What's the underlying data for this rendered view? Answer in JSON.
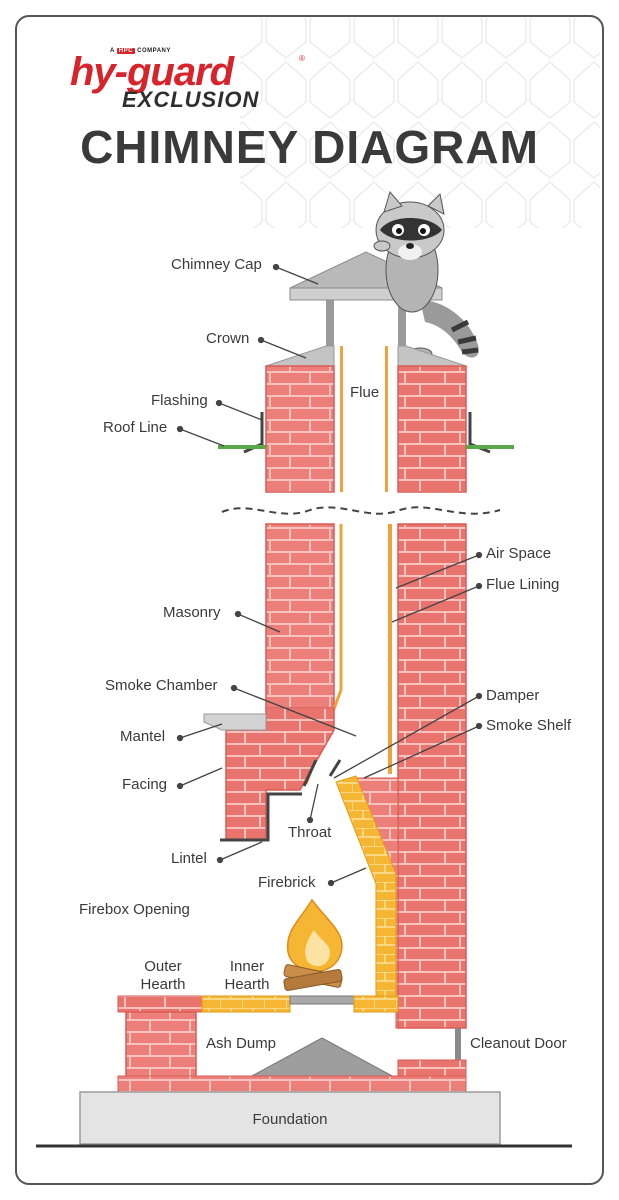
{
  "header": {
    "company_tag_prefix": "A",
    "company_tag_badge": "HPC",
    "company_tag_suffix": "COMPANY",
    "brand": "hy-guard",
    "brand_mark": "®",
    "brand_sub": "EXCLUSION",
    "title": "CHIMNEY DIAGRAM"
  },
  "labels": {
    "chimney_cap": "Chimney Cap",
    "crown": "Crown",
    "flue": "Flue",
    "flashing": "Flashing",
    "roof_line": "Roof Line",
    "air_space": "Air Space",
    "flue_lining": "Flue Lining",
    "masonry": "Masonry",
    "smoke_chamber": "Smoke Chamber",
    "damper": "Damper",
    "smoke_shelf": "Smoke Shelf",
    "mantel": "Mantel",
    "facing": "Facing",
    "throat": "Throat",
    "lintel": "Lintel",
    "firebrick": "Firebrick",
    "firebox_opening": "Firebox Opening",
    "outer_hearth_1": "Outer",
    "outer_hearth_2": "Hearth",
    "inner_hearth_1": "Inner",
    "inner_hearth_2": "Hearth",
    "ash_dump": "Ash Dump",
    "cleanout_door": "Cleanout Door",
    "foundation": "Foundation"
  },
  "colors": {
    "brick": "#ec7f7a",
    "mortar": "#f7c1bd",
    "brick_line": "#d95c57",
    "firebrick": "#f5b634",
    "liner": "#f0a23b",
    "steel": "#b5b5b5",
    "roof": "#59a84a",
    "text": "#3a3a3a"
  }
}
